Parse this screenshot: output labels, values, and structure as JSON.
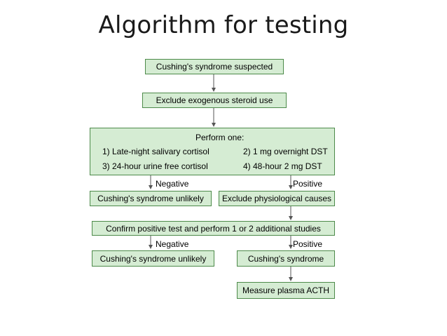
{
  "title": "Algorithm for testing",
  "boxes": {
    "suspected": "Cushing's syndrome suspected",
    "exclude_steroid": "Exclude exogenous steroid use",
    "perform_one": {
      "header": "Perform one:",
      "options": [
        "1) Late-night salivary cortisol",
        "2) 1 mg overnight DST",
        "3) 24-hour urine free cortisol",
        "4) 48-hour 2 mg DST"
      ]
    },
    "unlikely_1": "Cushing's syndrome unlikely",
    "exclude_physiological": "Exclude physiological causes",
    "confirm": "Confirm positive test and perform 1 or 2 additional studies",
    "unlikely_2": "Cushing's syndrome unlikely",
    "cushings": "Cushing's syndrome",
    "measure_acth": "Measure plasma ACTH"
  },
  "branch_labels": {
    "negative_1": "Negative",
    "positive_1": "Positive",
    "negative_2": "Negative",
    "positive_2": "Positive"
  },
  "colors": {
    "box_fill": "#d5ecd3",
    "box_border": "#4d8a4a",
    "connector": "#555555"
  }
}
